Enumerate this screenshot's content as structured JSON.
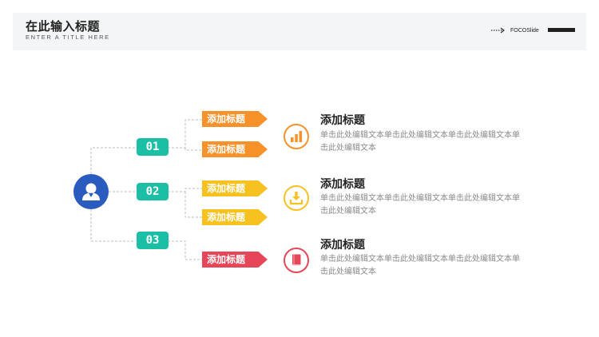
{
  "header": {
    "title": "在此输入标题",
    "subtitle": "ENTER A TITLE HERE",
    "brand": "FOCOSlide"
  },
  "colors": {
    "teal": "#1bbfa5",
    "orange": "#f7922a",
    "yellow": "#f7c11f",
    "red": "#e64657",
    "blue": "#2a5cbf"
  },
  "center_icon": "user-icon",
  "nodes": [
    {
      "number": "01",
      "labels": [
        "添加标题",
        "添加标题"
      ]
    },
    {
      "number": "02",
      "labels": [
        "添加标题",
        "添加标题"
      ]
    },
    {
      "number": "03",
      "labels": [
        "添加标题"
      ]
    }
  ],
  "items": [
    {
      "icon": "bar-chart-icon",
      "title": "添加标题",
      "body": "单击此处编辑文本单击此处编辑文本单击此处编辑文本单击此处编辑文本"
    },
    {
      "icon": "download-tray-icon",
      "title": "添加标题",
      "body": "单击此处编辑文本单击此处编辑文本单击此处编辑文本单击此处编辑文本"
    },
    {
      "icon": "book-icon",
      "title": "添加标题",
      "body": "单击此处编辑文本单击此处编辑文本单击此处编辑文本单击此处编辑文本"
    }
  ]
}
